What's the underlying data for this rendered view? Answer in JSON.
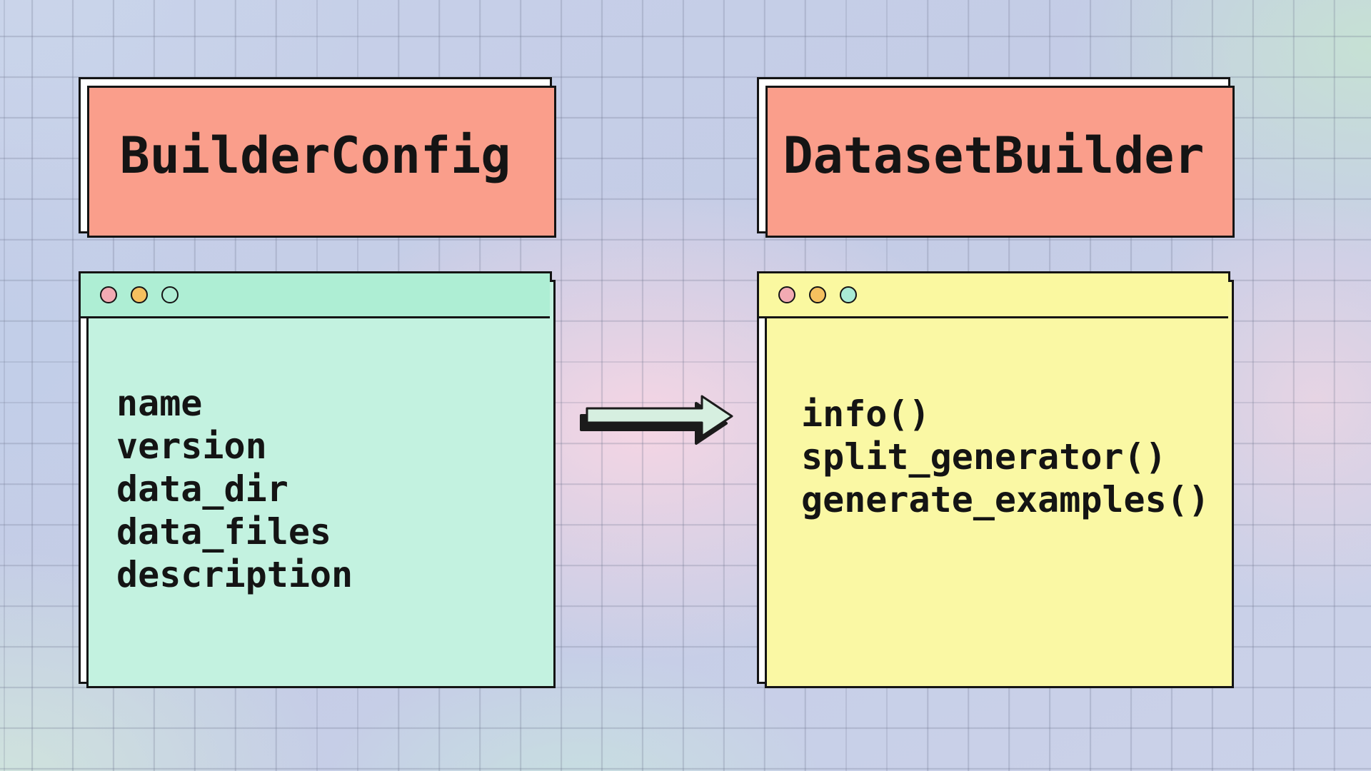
{
  "diagram": {
    "left_card": {
      "title": "BuilderConfig"
    },
    "right_card": {
      "title": "DatasetBuilder"
    },
    "left_window": {
      "dots": [
        "pink",
        "orange",
        "plain"
      ],
      "lines": [
        "name",
        "version",
        "data_dir",
        "data_files",
        "description"
      ]
    },
    "right_window": {
      "dots": [
        "pink",
        "orange",
        "teal"
      ],
      "lines": [
        "info()",
        "split_generator()",
        "generate_examples()"
      ]
    },
    "arrow": {
      "direction": "left-window-to-right-window"
    },
    "colors": {
      "card_shadow_salmon": "#fa9e8b",
      "left_header_mint": "#aeeed4",
      "left_shadow_mint": "#c3f2e0",
      "right_header_yellow": "#faf8a0",
      "right_shadow_yellow": "#faf8a4",
      "dot_pink": "#f2aab3",
      "dot_orange": "#f5c05f",
      "dot_teal": "#a9ebd5",
      "arrow_fill_mint": "#d6efe0",
      "outline_black": "#141414"
    }
  }
}
